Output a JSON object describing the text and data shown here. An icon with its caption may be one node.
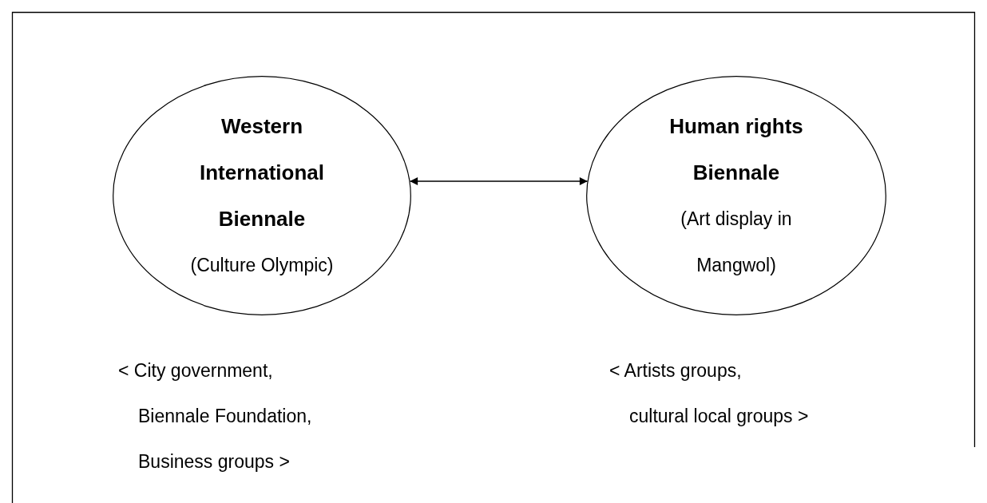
{
  "diagram": {
    "nodes": [
      {
        "text": [
          "Western International Biennale",
          "(Culture Olympic)"
        ],
        "beside": [
          "< City government, Biennale Foundation, Business groups >"
        ]
      },
      {
        "text": [
          "Human rights Biennale",
          "(Art display in Mangwol)"
        ],
        "beside": [
          "< Artists groups, cultural local groups >"
        ]
      }
    ],
    "edges": [
      {
        "from": 0,
        "to": 1,
        "arrow": "both"
      }
    ]
  }
}
